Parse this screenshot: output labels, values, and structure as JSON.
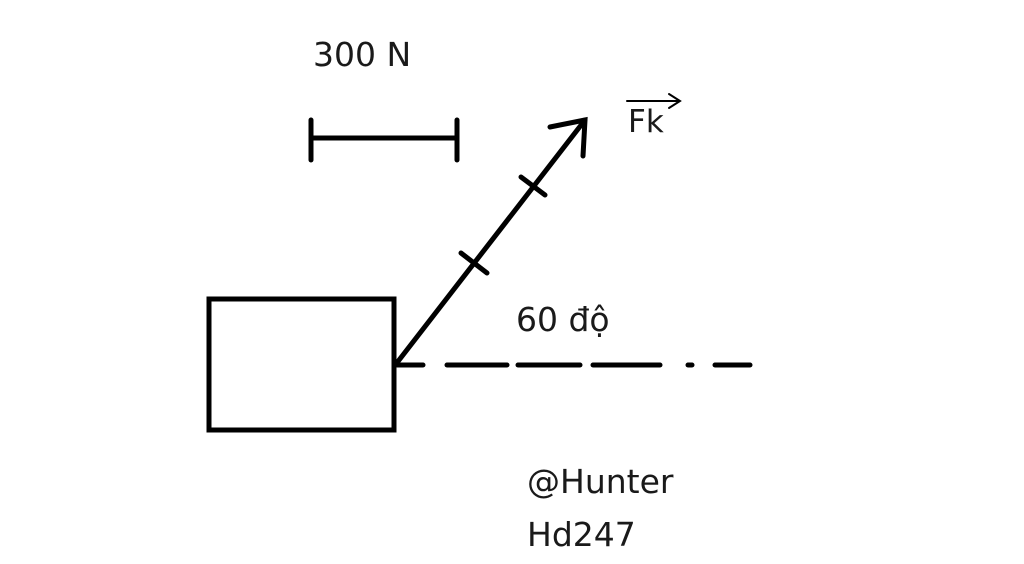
{
  "scale_label": "300 N",
  "force_label": "Fk",
  "angle_label": "60 độ",
  "watermark": [
    "@Hunter",
    "Hd247"
  ],
  "force_scale_units": 3,
  "angle_degrees": 60,
  "colors": {
    "stroke": "#000000",
    "background": "#ffffff"
  }
}
